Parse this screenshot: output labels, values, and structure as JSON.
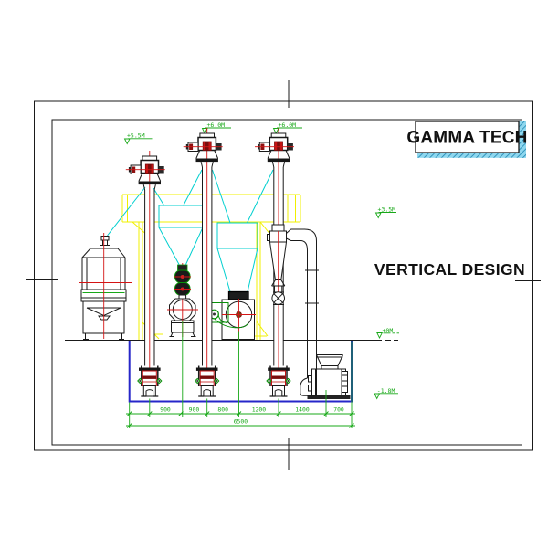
{
  "drawing": {
    "company": "GAMMA TECH",
    "title": "VERTICAL DESIGN"
  },
  "elevation_markers": [
    {
      "label": "+5.5M"
    },
    {
      "label": "+6.0M"
    },
    {
      "label": "+6.0M"
    },
    {
      "label": "+3.5M"
    },
    {
      "label": "+0M"
    },
    {
      "label": "-1.8M"
    }
  ],
  "dimensions": {
    "segments": [
      "900",
      "900",
      "800",
      "1200",
      "1400",
      "700"
    ],
    "total": "6500"
  },
  "palette": {
    "line_black": "#1a1a1a",
    "centerline_red": "#d41414",
    "dark_red": "#7a0d0d",
    "dimension_green": "#18a818",
    "structure_yellow": "#f0f000",
    "spout_cyan": "#00cfcf",
    "pit_blue": "#2626c9",
    "titleblock_hatch": "#49b8d8"
  }
}
